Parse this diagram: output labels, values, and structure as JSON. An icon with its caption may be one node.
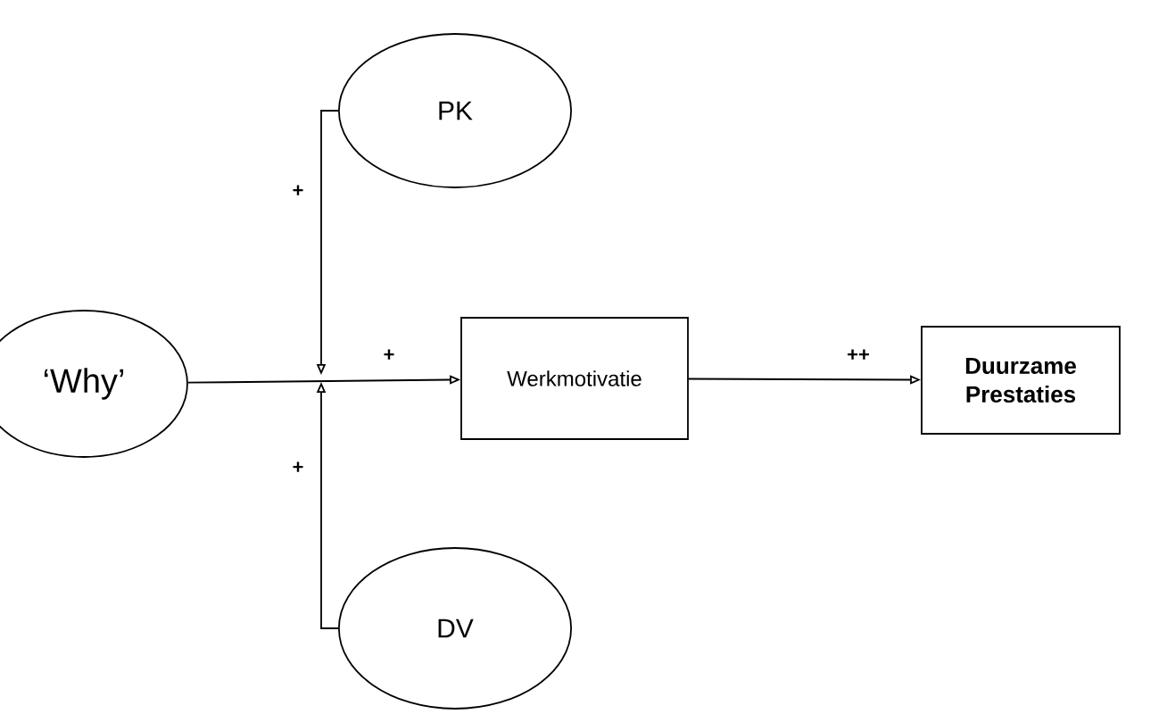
{
  "diagram": {
    "nodes": [
      {
        "text": [
          "PK"
        ]
      },
      {
        "text": [
          "‘Why’"
        ]
      },
      {
        "text": [
          "Werkmotivatie"
        ]
      },
      {
        "text": [
          "Duurzame Prestaties"
        ]
      },
      {
        "text": [
          "DV"
        ]
      }
    ],
    "edges": [
      {
        "from": 1,
        "to": 2,
        "arrow": "to",
        "label": "+"
      },
      {
        "from": 2,
        "to": 3,
        "arrow": "to",
        "label": "++"
      },
      {
        "from": 0,
        "to": null,
        "arrow": "to",
        "label": "+"
      },
      {
        "from": 4,
        "to": null,
        "arrow": "to",
        "label": "+"
      }
    ]
  }
}
